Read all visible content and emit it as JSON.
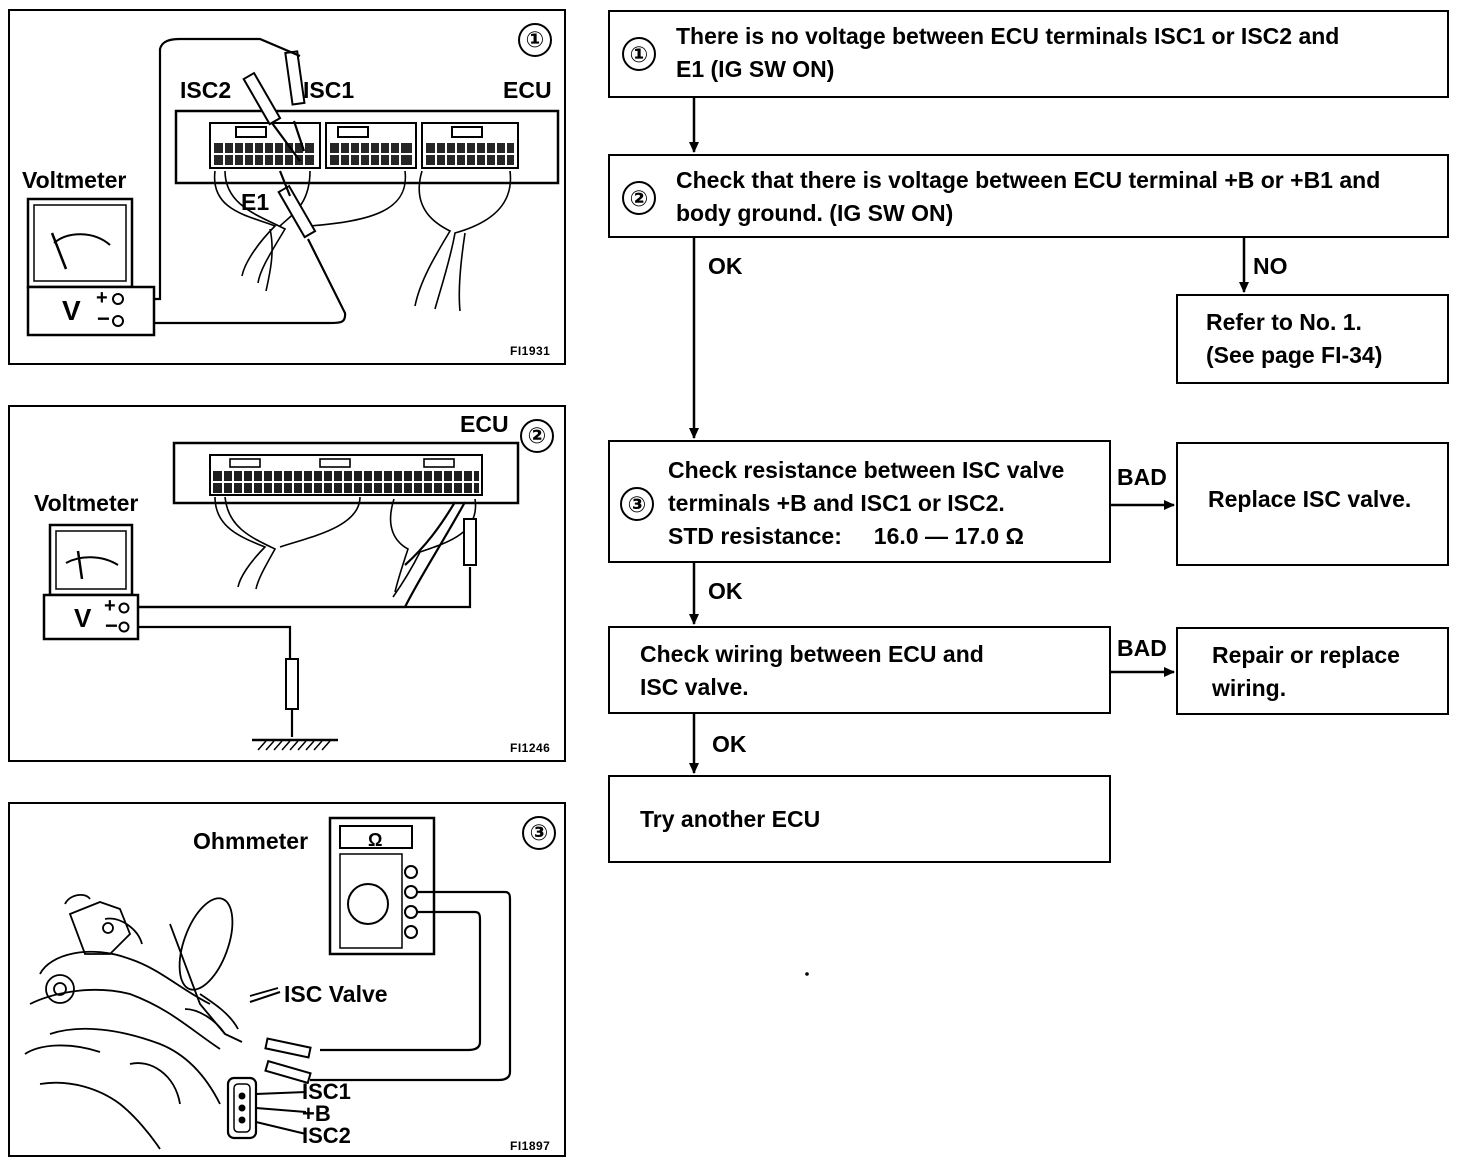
{
  "panels": [
    {
      "number": "①",
      "code": "FI1931",
      "labels": {
        "isc2": "ISC2",
        "isc1": "ISC1",
        "ecu": "ECU",
        "meter": "Voltmeter",
        "e1": "E1",
        "v": "V",
        "plus": "+",
        "minus": "−"
      }
    },
    {
      "number": "②",
      "code": "FI1246",
      "labels": {
        "ecu": "ECU",
        "meter": "Voltmeter",
        "v": "V",
        "plus": "+",
        "minus": "−"
      }
    },
    {
      "number": "③",
      "code": "FI1897",
      "labels": {
        "meter": "Ohmmeter",
        "omega": "Ω",
        "valve": "ISC Valve",
        "isc1": "ISC1",
        "b": "+B",
        "isc2": "ISC2"
      }
    }
  ],
  "flow": {
    "step1": {
      "number": "①",
      "lines": [
        "There is no voltage between ECU terminals ISC1 or ISC2 and",
        "E1 (IG SW ON)"
      ]
    },
    "step2": {
      "number": "②",
      "lines": [
        "Check that there is voltage between ECU terminal +B or +B1 and",
        "body ground.  (IG SW ON)"
      ]
    },
    "refer": {
      "lines": [
        "Refer to No. 1.",
        "(See page FI-34)"
      ]
    },
    "step3": {
      "number": "③",
      "lines": [
        "Check resistance between ISC valve",
        "terminals +B and ISC1 or ISC2.",
        "STD resistance:     16.0 — 17.0 Ω"
      ]
    },
    "replace": {
      "lines": [
        "Replace ISC valve."
      ]
    },
    "wiring": {
      "lines": [
        "Check wiring between ECU and",
        "ISC valve."
      ]
    },
    "repair": {
      "lines": [
        "Repair or replace",
        "wiring."
      ]
    },
    "try": {
      "lines": [
        "Try another ECU"
      ]
    },
    "edges": {
      "ok1": "OK",
      "no": "NO",
      "ok2": "OK",
      "bad1": "BAD",
      "ok3": "OK",
      "bad2": "BAD"
    }
  }
}
